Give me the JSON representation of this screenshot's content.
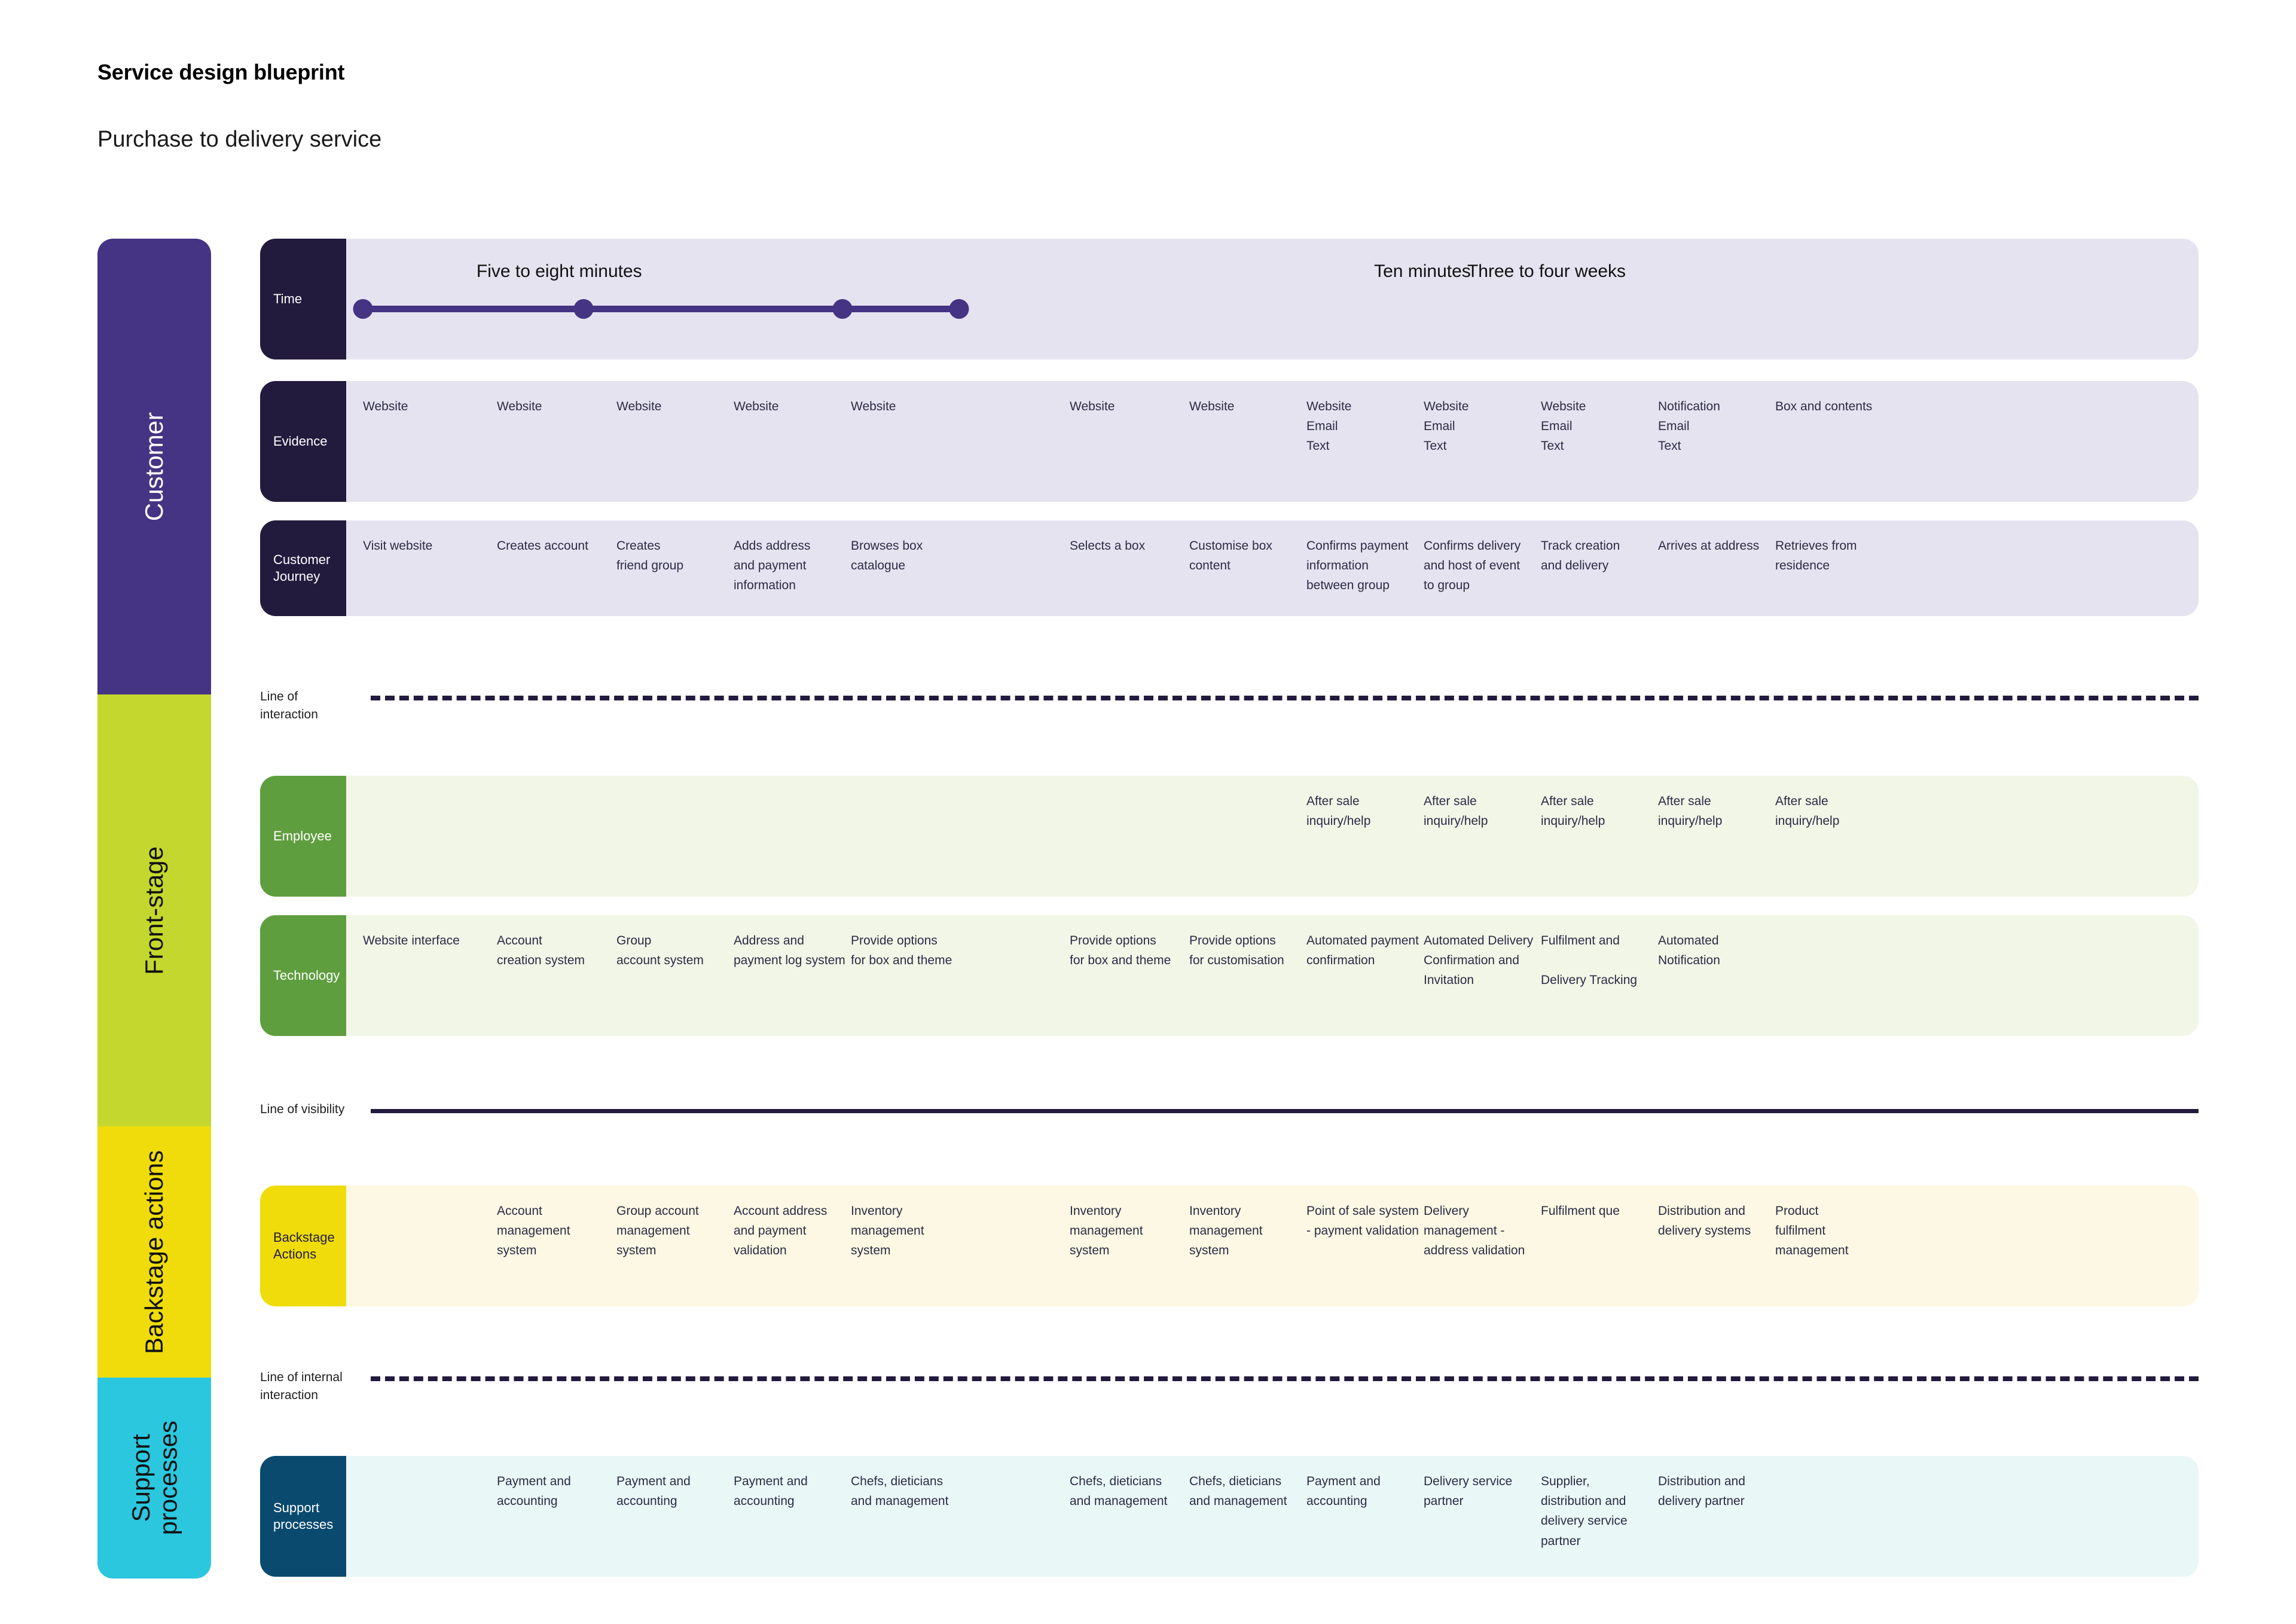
{
  "header": {
    "title": "Service design blueprint",
    "subtitle": "Purchase to delivery service"
  },
  "rail": {
    "customer": "Customer",
    "frontstage": "Front-stage",
    "backstage": "Backstage actions",
    "support": "Support\nprocesses"
  },
  "bands": {
    "time": {
      "label": "Time"
    },
    "evidence": {
      "label": "Evidence"
    },
    "journey": {
      "label": "Customer\nJourney"
    },
    "employee": {
      "label": "Employee"
    },
    "technology": {
      "label": "Technology"
    },
    "backstage": {
      "label": "Backstage\nActions"
    },
    "support": {
      "label": "Support\nprocesses"
    }
  },
  "separators": {
    "interaction": "Line of\ninteraction",
    "visibility": "Line of visibility",
    "internal": "Line of internal\ninteraction"
  },
  "timeline": {
    "phases": [
      {
        "label": "Five to eight minutes",
        "center_pct": 11.5
      },
      {
        "label": "Ten minutes",
        "center_pct": 58.1
      },
      {
        "label": "Three to four weeks",
        "center_pct": 64.8
      }
    ],
    "nodes_pct": [
      0.9,
      12.8,
      26.8,
      33.1
    ],
    "axis_start_pct": 0.9,
    "axis_end_pct": 33.1,
    "accent_color": "#453383"
  },
  "rows": {
    "evidence": [
      "Website",
      "Website",
      "Website",
      "Website",
      "Website",
      "",
      "Website",
      "Website",
      "Website\nEmail\nText",
      "Website\nEmail\nText",
      "Website\nEmail\nText",
      "Notification\nEmail\nText",
      "Box and contents"
    ],
    "journey": [
      "Visit website",
      "Creates account",
      "Creates\nfriend group",
      "Adds address\nand payment\ninformation",
      "Browses box\ncatalogue",
      "",
      "Selects a box",
      "Customise box\ncontent",
      "Confirms payment\ninformation\nbetween group",
      "Confirms delivery\nand host of event\nto group",
      "Track creation\nand delivery",
      "Arrives at address",
      "Retrieves from\nresidence"
    ],
    "employee": [
      "",
      "",
      "",
      "",
      "",
      "",
      "",
      "",
      "After sale\ninquiry/help",
      "After sale\ninquiry/help",
      "After sale\ninquiry/help",
      "After sale\ninquiry/help",
      "After sale\ninquiry/help"
    ],
    "technology": [
      "Website interface",
      "Account\ncreation system",
      "Group\naccount system",
      "Address and\npayment log system",
      "Provide options\nfor box and theme",
      "",
      "Provide options\nfor box and theme",
      "Provide options\nfor customisation",
      "Automated payment\nconfirmation",
      "Automated Delivery\nConfirmation and\nInvitation",
      "Fulfilment and\n\nDelivery Tracking",
      "Automated\nNotification",
      ""
    ],
    "backstage": [
      "",
      "Account\nmanagement\nsystem",
      "Group account\nmanagement\nsystem",
      "Account address\nand payment\nvalidation",
      "Inventory\nmanagement\nsystem",
      "",
      "Inventory\nmanagement\nsystem",
      "Inventory\nmanagement\nsystem",
      "Point of sale system\n- payment validation",
      "Delivery\nmanagement -\naddress validation",
      "Fulfilment que",
      "Distribution and\ndelivery systems",
      "Product\nfulfilment\nmanagement"
    ],
    "support": [
      "",
      "Payment and\naccounting",
      "Payment and\naccounting",
      "Payment and\naccounting",
      "Chefs, dieticians\nand management",
      "",
      "Chefs, dieticians\nand management",
      "Chefs, dieticians\nand management",
      "Payment and\naccounting",
      "Delivery service\npartner",
      "Supplier,\ndistribution and\ndelivery service\npartner",
      "Distribution and\ndelivery partner",
      ""
    ]
  },
  "colors": {
    "customer_rail": "#453383",
    "frontstage_rail": "#c4d72e",
    "backstage_rail": "#efdc0a",
    "support_rail": "#2bc7de",
    "customer_band_head": "#231b3d",
    "customer_band_body": "#e6e3f0",
    "frontstage_band_head": "#5f9e3f",
    "frontstage_band_body": "#f2f6e7",
    "backstage_band_head": "#efdc0a",
    "backstage_band_body": "#fcf8e3",
    "support_band_head": "#0b4a6f",
    "support_band_body": "#eaf7f7"
  }
}
